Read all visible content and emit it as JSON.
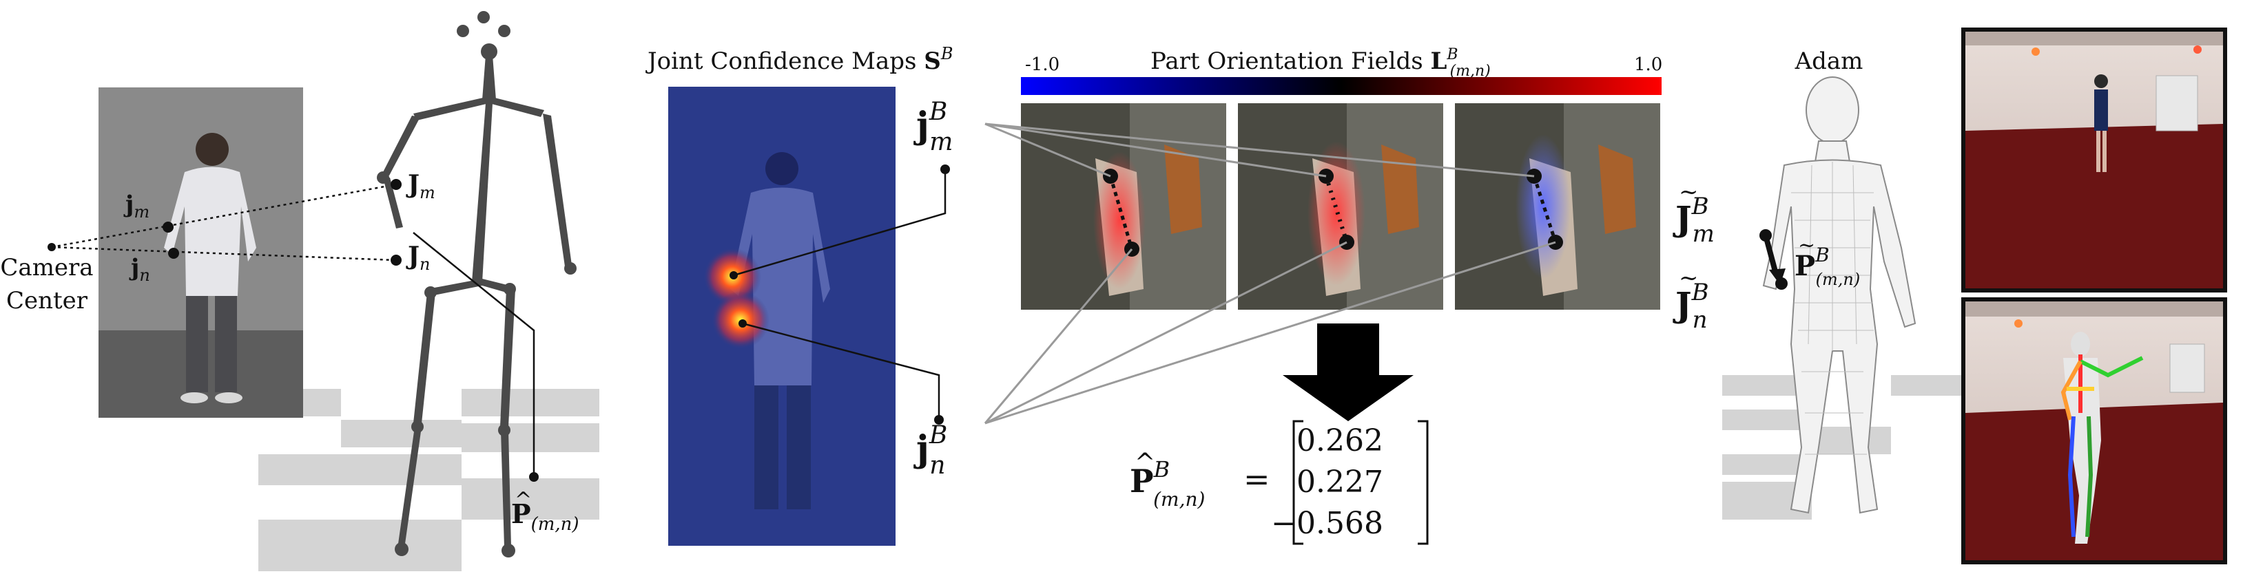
{
  "labels": {
    "camera_center_line1": "Camera",
    "camera_center_line2": "Center",
    "joint_confidence_title": "Joint Confidence Maps",
    "joint_confidence_symbol": "S",
    "joint_confidence_sup": "B",
    "pof_title": "Part Orientation Fields",
    "pof_symbol": "L",
    "pof_sup": "B",
    "pof_sub": "(m,n)",
    "colorbar_min": "-1.0",
    "colorbar_max": "1.0",
    "adam_title": "Adam"
  },
  "math": {
    "j": "j",
    "J": "J",
    "P": "P",
    "m": "m",
    "n": "n",
    "B": "B",
    "mn": "(m,n)",
    "equals": "="
  },
  "vector": {
    "values": [
      "0.262",
      "0.227",
      "−0.568"
    ]
  },
  "colors": {
    "colorbar_negative": "#0000ff",
    "colorbar_zero": "#000000",
    "colorbar_positive": "#ff0000",
    "heat_background": "#2a3a8a",
    "photo_gray": "#8a8a8a",
    "room_floor": "#6a1414",
    "skeleton": "#4a4a4a",
    "connector_gray": "#9a9a9a"
  }
}
